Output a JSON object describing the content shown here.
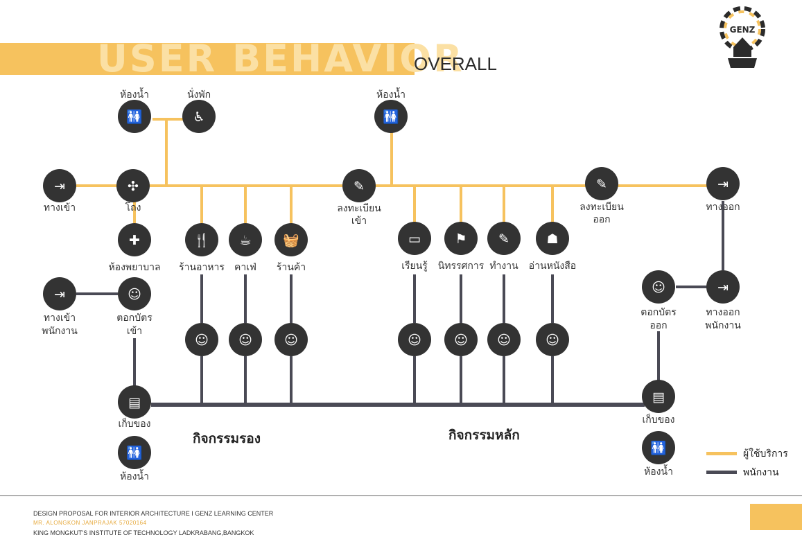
{
  "header": {
    "title_big": "USER BEHAVIOR",
    "title_small": "OVERALL",
    "logo_text": "GENZ"
  },
  "colors": {
    "user_line": "#f6c25e",
    "staff_line": "#4a4a55",
    "node_fill": "#333333",
    "accent": "#f6c25e"
  },
  "labels": {
    "restroom_top_left": "ห้องน้ำ",
    "rest_area": "นั่งพัก",
    "restroom_top_center": "ห้องน้ำ",
    "entrance": "ทางเข้า",
    "lobby": "โถง",
    "register_in_1": "ลงทะเบียน",
    "register_in_2": "เข้า",
    "register_out_1": "ลงทะเบียน",
    "register_out_2": "ออก",
    "exit": "ทางออก",
    "infirmary": "ห้องพยาบาล",
    "restaurant": "ร้านอาหาร",
    "cafe": "คาเฟ่",
    "shop": "ร้านค้า",
    "learning": "เรียนรู้",
    "exhibition": "นิทรรศการ",
    "working": "ทำงาน",
    "reading": "อ่านหนังสือ",
    "staff_entrance_1": "ทางเข้า",
    "staff_entrance_2": "พนักงาน",
    "punch_in_1": "ตอกบัตร",
    "punch_in_2": "เข้า",
    "punch_out_1": "ตอกบัตร",
    "punch_out_2": "ออก",
    "staff_exit_1": "ทางออก",
    "staff_exit_2": "พนักงาน",
    "locker_left": "เก็บของ",
    "locker_right": "เก็บของ",
    "restroom_bottom_left": "ห้องน้ำ",
    "restroom_bottom_right": "ห้องน้ำ"
  },
  "sections": {
    "secondary": "กิจกรรมรอง",
    "primary": "กิจกรรมหลัก"
  },
  "legend": {
    "user": "ผู้ใช้บริการ",
    "staff": "พนักงาน"
  },
  "footer": {
    "line1": "DESIGN PROPOSAL FOR INTERIOR ARCHITECTURE I GENZ LEARNING CENTER",
    "line2": "MR. ALONGKON  JANPRAJAK   57020164",
    "line3": "KING MONGKUT'S INSTITUTE OF TECHNOLOGY LADKRABANG,BANGKOK"
  }
}
